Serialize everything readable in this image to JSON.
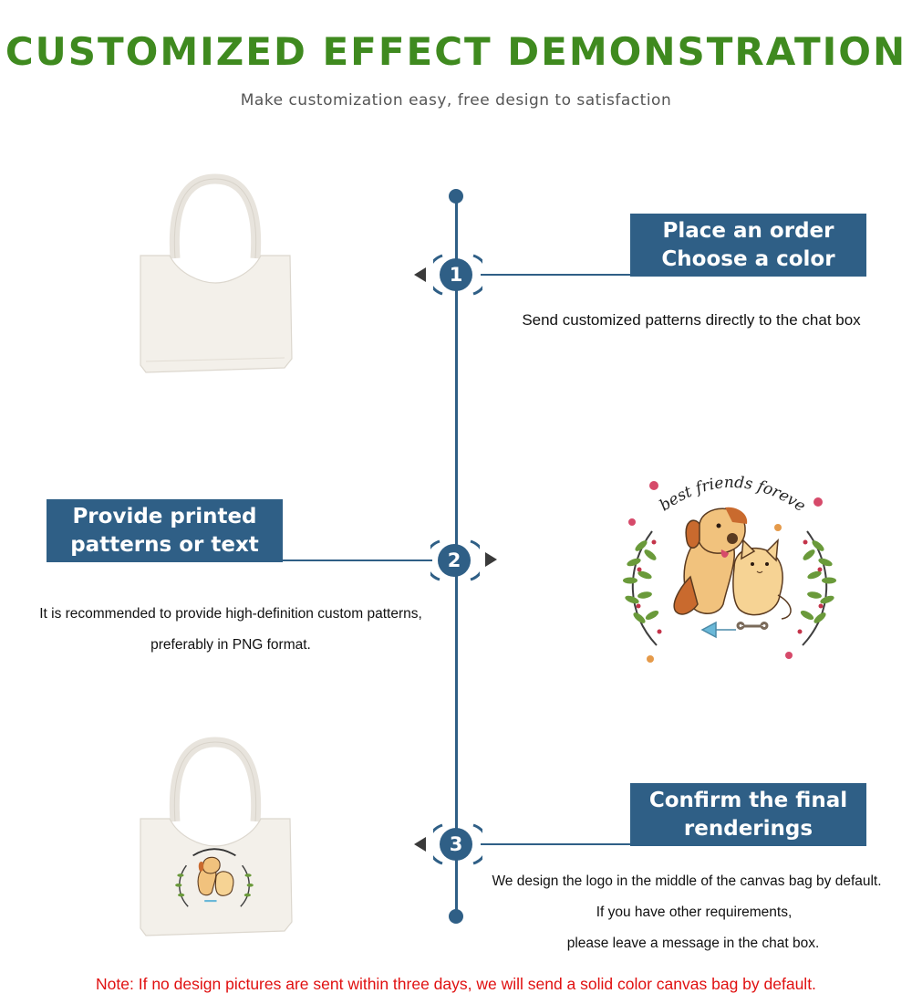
{
  "header": {
    "title": "CUSTOMIZED EFFECT DEMONSTRATION",
    "subtitle": "Make customization easy, free design to satisfaction"
  },
  "steps": [
    {
      "number": "1",
      "label_line1": "Place an order",
      "label_line2": "Choose a color",
      "description": [
        "Send customized patterns directly to the chat box"
      ]
    },
    {
      "number": "2",
      "label_line1": "Provide printed",
      "label_line2": "patterns or text",
      "description": [
        "It is recommended to provide high-definition custom patterns,",
        "preferably in PNG format."
      ]
    },
    {
      "number": "3",
      "label_line1": "Confirm the final",
      "label_line2": "renderings",
      "description": [
        "We design the logo in the middle of the canvas bag by default.",
        "If you have other requirements,",
        "please leave a message in the chat box."
      ]
    }
  ],
  "design_text": "best friends forever",
  "footer": {
    "note": "Note: If no design pictures are sent within three days, we will send a solid color canvas bag by default."
  },
  "colors": {
    "title_green": "#3f8a1f",
    "accent_blue": "#2f5f86",
    "note_red": "#e01010",
    "bag": "#f3f0ea"
  },
  "icons": [
    "tote-bag-blank",
    "tote-bag-printed",
    "dog-and-cat-illustration",
    "arrow-left",
    "arrow-right"
  ]
}
